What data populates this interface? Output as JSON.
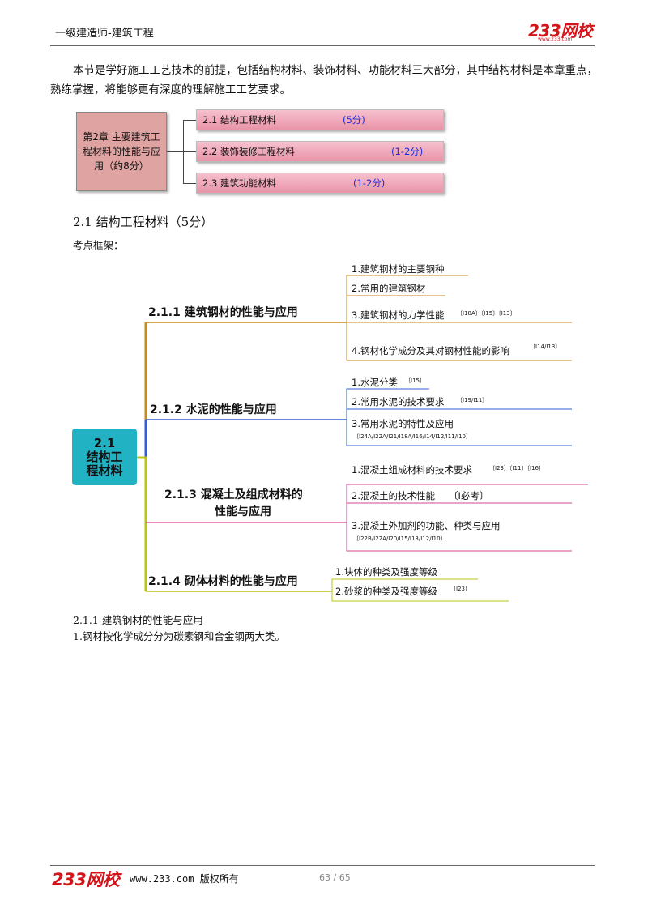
{
  "header": {
    "title": "一级建造师-建筑工程",
    "logo": "233网校",
    "logo_url": "www.233.com"
  },
  "intro": "本节是学好施工工艺技术的前提，包括结构材料、装饰材料、功能材料三大部分，其中结构材料是本章重点，熟练掌握，将能够更有深度的理解施工工艺要求。",
  "chapter": {
    "title": "第2章 主要建筑工程材料的性能与应用（约8分）",
    "sections": [
      {
        "label": "2.1  结构工程材料",
        "score": "(5分)"
      },
      {
        "label": "2.2  装饰装修工程材料",
        "score": "(1-2分)"
      },
      {
        "label": "2.3  建筑功能材料",
        "score": "(1-2分)"
      }
    ]
  },
  "section_heading": "2.1 结构工程材料（5分）",
  "framework_label": "考点框架：",
  "mindmap": {
    "center": "2.1\n结构工\n程材料",
    "branches": [
      {
        "title": "2.1.1    建筑钢材的性能与应用",
        "color": "#c98a1a",
        "leaves": [
          {
            "text": "1.建筑钢材的主要钢种",
            "tag": ""
          },
          {
            "text": "2.常用的建筑钢材",
            "tag": ""
          },
          {
            "text": "3.建筑钢材的力学性能",
            "tag": "〔Ⅰ18A〕〔Ⅰ15〕〔Ⅰ13〕"
          },
          {
            "text": "4.钢材化学成分及其对钢材性能的影响",
            "tag": "〔Ⅰ14/Ⅰ13〕"
          }
        ]
      },
      {
        "title": "2.1.2    水泥的性能与应用",
        "color": "#2f5fd8",
        "leaves": [
          {
            "text": "1.水泥分类",
            "tag": "〔Ⅰ15〕"
          },
          {
            "text": "2.常用水泥的技术要求",
            "tag": "〔Ⅰ19/Ⅰ11〕"
          },
          {
            "text": "3.常用水泥的特性及应用",
            "tag": "〔Ⅰ24A/Ⅰ22A/Ⅰ21/Ⅰ18A/Ⅰ16/Ⅰ14/Ⅰ12/Ⅰ11/Ⅰ10〕"
          }
        ]
      },
      {
        "title": "2.1.3    混凝土及组成材料的",
        "title2": "性能与应用",
        "color": "#d6478c",
        "leaves": [
          {
            "text": "1.混凝土组成材料的技术要求",
            "tag": "〔Ⅰ23〕〔Ⅰ11〕〔Ⅰ16〕"
          },
          {
            "text": "2.混凝土的技术性能",
            "tag": "〔Ⅰ必考〕"
          },
          {
            "text": "3.混凝土外加剂的功能、种类与应用",
            "tag": "〔Ⅰ22B/Ⅰ22A/Ⅰ20/Ⅰ15/Ⅰ13/Ⅰ12/Ⅰ10〕"
          }
        ]
      },
      {
        "title": "2.1.4    砌体材料的性能与应用",
        "color": "#b9c414",
        "leaves": [
          {
            "text": "1.块体的种类及强度等级",
            "tag": ""
          },
          {
            "text": "2.砂浆的种类及强度等级",
            "tag": "〔Ⅰ23〕"
          }
        ]
      }
    ]
  },
  "body": {
    "subheading": "2.1.1   建筑钢材的性能与应用",
    "line1": "1.钢材按化学成分分为碳素钢和合金钢两大类。"
  },
  "footer": {
    "logo": "233网校",
    "url": "www.233.com 版权所有",
    "page": "63 / 65"
  }
}
